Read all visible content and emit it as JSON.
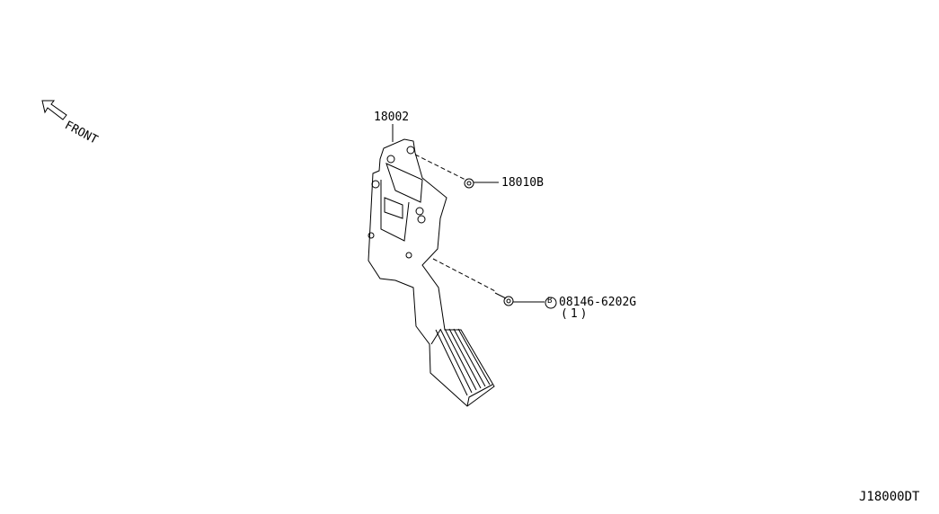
{
  "front_label": "FRONT",
  "parts": [
    {
      "number": "18002"
    },
    {
      "number": "18010B"
    },
    {
      "prefix": "B",
      "number": "08146-6202G",
      "qty": "(1)"
    }
  ],
  "diagram_code": "J18000DT"
}
